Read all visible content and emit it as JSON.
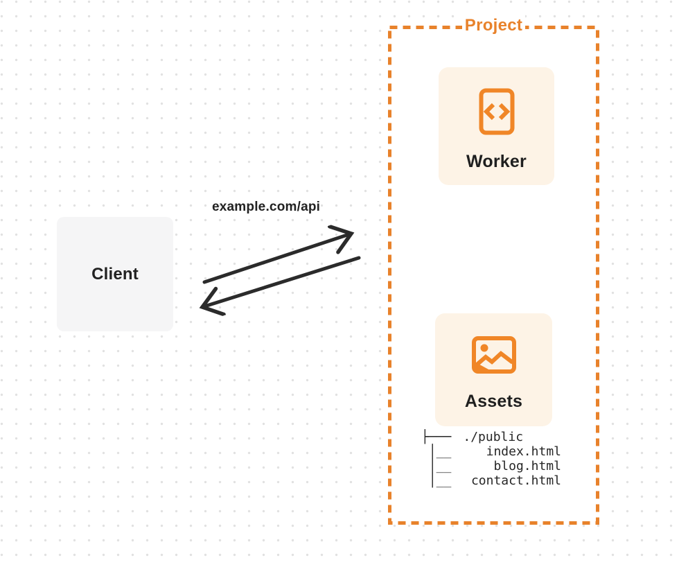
{
  "colors": {
    "accent": "#E8822B",
    "accent_strong": "#F08627",
    "card_bg": "#FDF3E6",
    "client_bg": "#F5F5F6",
    "arrow": "#2B2B2B",
    "ink": "#222222",
    "dot": "#E1E1E1"
  },
  "client": {
    "label": "Client"
  },
  "request": {
    "label": "example.com/api"
  },
  "project": {
    "title": "Project",
    "nodes": [
      {
        "label": "Worker",
        "icon": "code-file-icon"
      },
      {
        "label": "Assets",
        "icon": "image-icon"
      }
    ],
    "file_tree": {
      "rows": [
        {
          "prefix": "├───",
          "name": "./public"
        },
        {
          "prefix": " │__",
          "name": "index.html"
        },
        {
          "prefix": " │__",
          "name": "blog.html"
        },
        {
          "prefix": " │__",
          "name": "contact.html"
        }
      ]
    }
  }
}
